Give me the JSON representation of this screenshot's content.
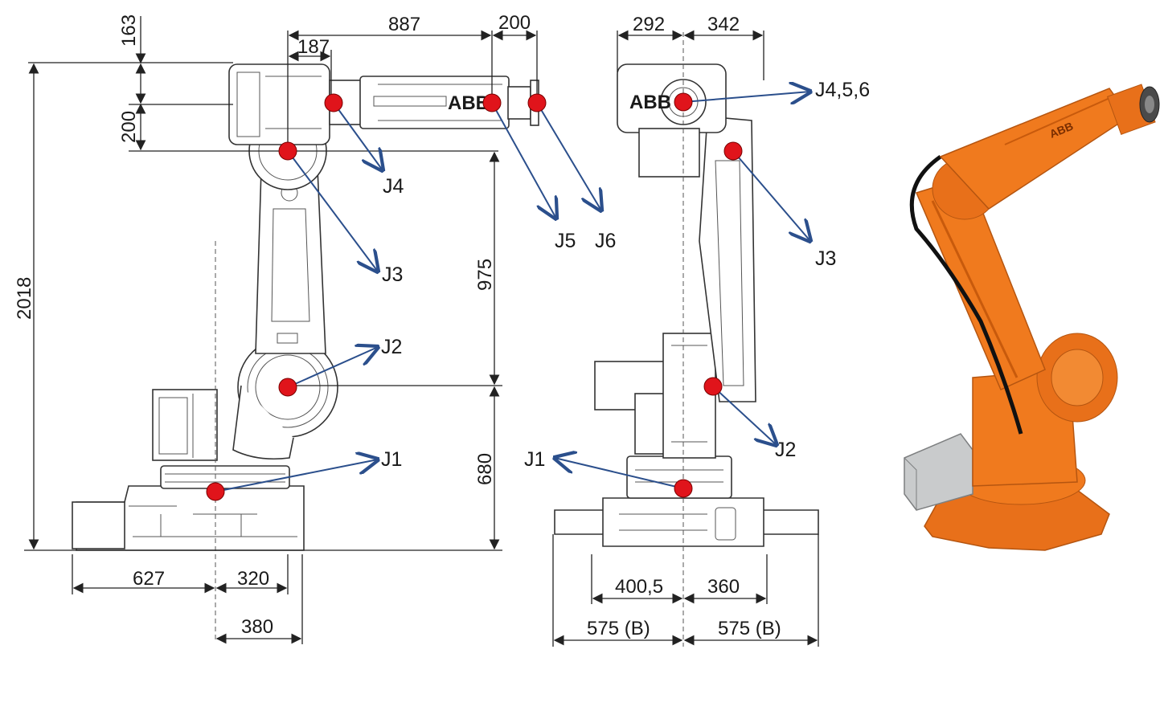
{
  "colors": {
    "joint": "#e0141b",
    "arrow": "#2b4f8c",
    "robot_orange": "#f07a1e",
    "robot_dark": "#c85a0c"
  },
  "front_dims": {
    "d163": "163",
    "d200": "200",
    "d2018": "2018",
    "d187": "187",
    "d887": "887",
    "d200b": "200",
    "d975": "975",
    "d680": "680",
    "d627": "627",
    "d320": "320",
    "d380": "380"
  },
  "side_dims": {
    "d292": "292",
    "d342": "342",
    "d400": "400,5",
    "d360": "360",
    "d575a": "575 (B)",
    "d575b": "575 (B)"
  },
  "joints_front": {
    "j1": "J1",
    "j2": "J2",
    "j3": "J3",
    "j4": "J4",
    "j5": "J5",
    "j6": "J6"
  },
  "joints_side": {
    "j1": "J1",
    "j2": "J2",
    "j3": "J3",
    "j456": "J4,5,6"
  },
  "logos": {
    "abb_front": "ABB",
    "abb_side": "ABB",
    "abb_photo": "ABB"
  }
}
